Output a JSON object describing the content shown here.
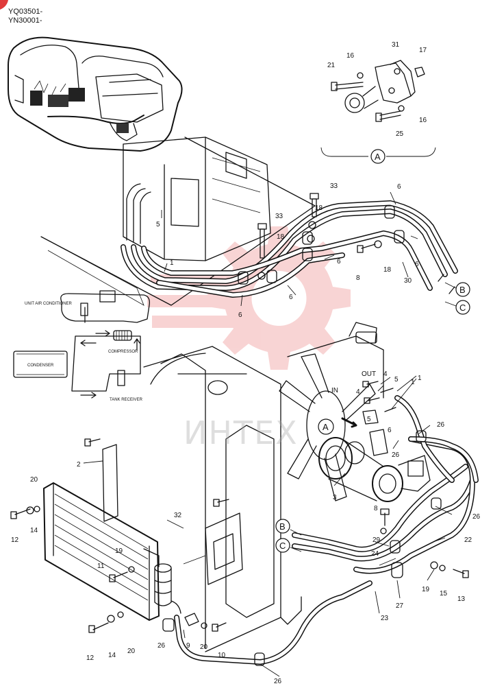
{
  "serial_numbers": [
    "YQ03501-",
    "YN30001-"
  ],
  "watermark_text": "ИНТЕХ",
  "callout_letters": {
    "a": "A",
    "b": "B",
    "c": "C"
  },
  "port_labels": {
    "out": "OUT",
    "in": "IN"
  },
  "schematic_labels": {
    "unit": "UNIT AIR CONDITIONER",
    "compressor": "COMPRESSOR",
    "condenser": "CONDENSER",
    "receiver": "TANK RECEIVER"
  },
  "part_numbers": [
    "1",
    "1",
    "1",
    "2",
    "3",
    "4",
    "4",
    "5",
    "5",
    "5",
    "6",
    "6",
    "6",
    "6",
    "6",
    "6",
    "8",
    "8",
    "9",
    "10",
    "11",
    "12",
    "12",
    "13",
    "14",
    "14",
    "15",
    "16",
    "16",
    "17",
    "18",
    "18",
    "18",
    "19",
    "19",
    "20",
    "20",
    "20",
    "21",
    "22",
    "23",
    "24",
    "25",
    "26",
    "26",
    "26",
    "26",
    "26",
    "27",
    "29",
    "30",
    "31",
    "32",
    "33",
    "33"
  ],
  "colors": {
    "ink": "#111111",
    "watermark_red": "#e03a3a",
    "watermark_gray": "#a0a0a0"
  }
}
